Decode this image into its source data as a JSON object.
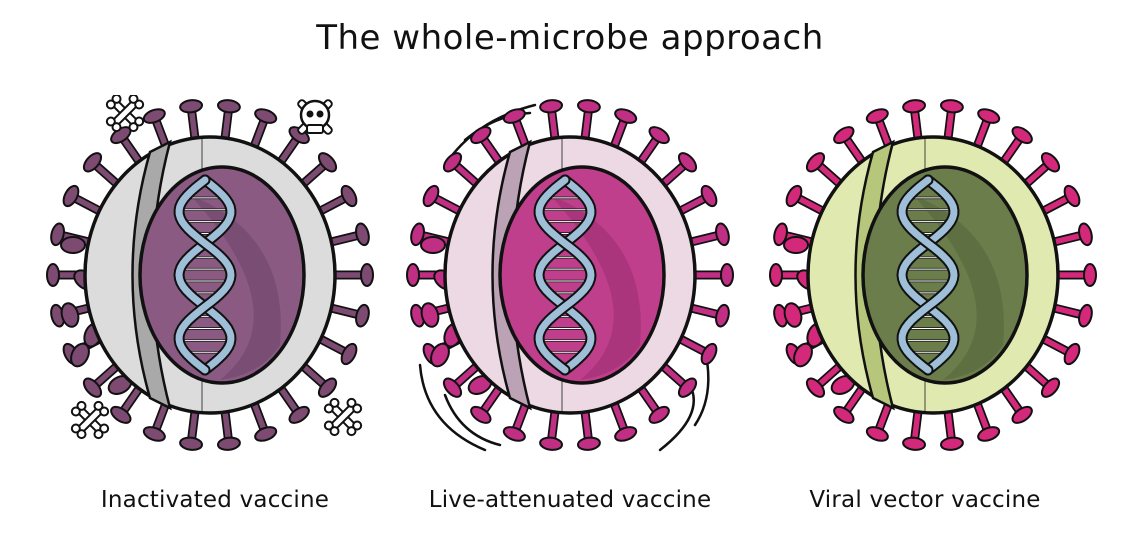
{
  "title": "The whole-microbe approach",
  "panels": [
    {
      "label": "Inactivated vaccine",
      "colors": {
        "envelope": "#dcdcdc",
        "envelope_dark": "#a9a9a9",
        "core": "#8a5a82",
        "core_dark": "#70466a",
        "spike": "#7d4a72",
        "dna": "#9fbfd8"
      },
      "icon": "skull-and-crossbones"
    },
    {
      "label": "Live-attenuated vaccine",
      "colors": {
        "envelope": "#ecd9e4",
        "envelope_dark": "#bca2b5",
        "core": "#c03f8c",
        "core_dark": "#9c2f71",
        "spike": "#c02f84",
        "dna": "#9fbfd8"
      },
      "icon": "motion-lines"
    },
    {
      "label": "Viral vector vaccine",
      "colors": {
        "envelope": "#e0e9b0",
        "envelope_dark": "#b6c67a",
        "core": "#6a7d4b",
        "core_dark": "#56673b",
        "spike": "#d4287a",
        "dna": "#9fbfd8"
      },
      "icon": "none"
    }
  ]
}
